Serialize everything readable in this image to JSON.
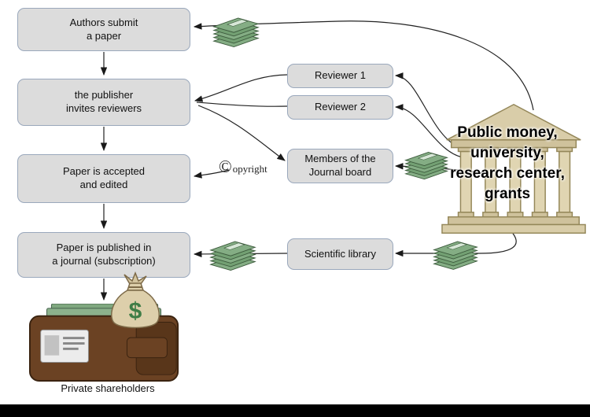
{
  "diagram": {
    "flow": [
      {
        "id": "authors",
        "label": "Authors submit\na paper"
      },
      {
        "id": "publisher",
        "label": "the publisher\ninvites reviewers"
      },
      {
        "id": "accepted",
        "label": "Paper is accepted\nand edited"
      },
      {
        "id": "published",
        "label": "Paper is published in\na journal (subscription)"
      }
    ],
    "side": [
      {
        "id": "reviewer1",
        "label": "Reviewer 1"
      },
      {
        "id": "reviewer2",
        "label": "Reviewer 2"
      },
      {
        "id": "board",
        "label": "Members of the\nJournal board"
      },
      {
        "id": "library",
        "label": "Scientific library"
      }
    ],
    "funding_label": "Public money,\nuniversity,\nresearch center,\ngrants",
    "copyright": {
      "symbol": "©",
      "text": "opyright"
    },
    "bag_symbol": "$",
    "caption": "Private shareholders",
    "icons": {
      "money_stack": "stacked green banknotes",
      "bank": "classical bank building",
      "wallet": "brown wallet with cash and id card",
      "money_bag": "money bag with dollar sign"
    },
    "colors": {
      "box_fill": "#dcdcdc",
      "box_border": "#9aa8bc",
      "money_green": "#73a073",
      "bank_tan": "#d9cda9",
      "wallet_brown": "#6b4223",
      "bag_tan": "#ddcfab"
    }
  }
}
